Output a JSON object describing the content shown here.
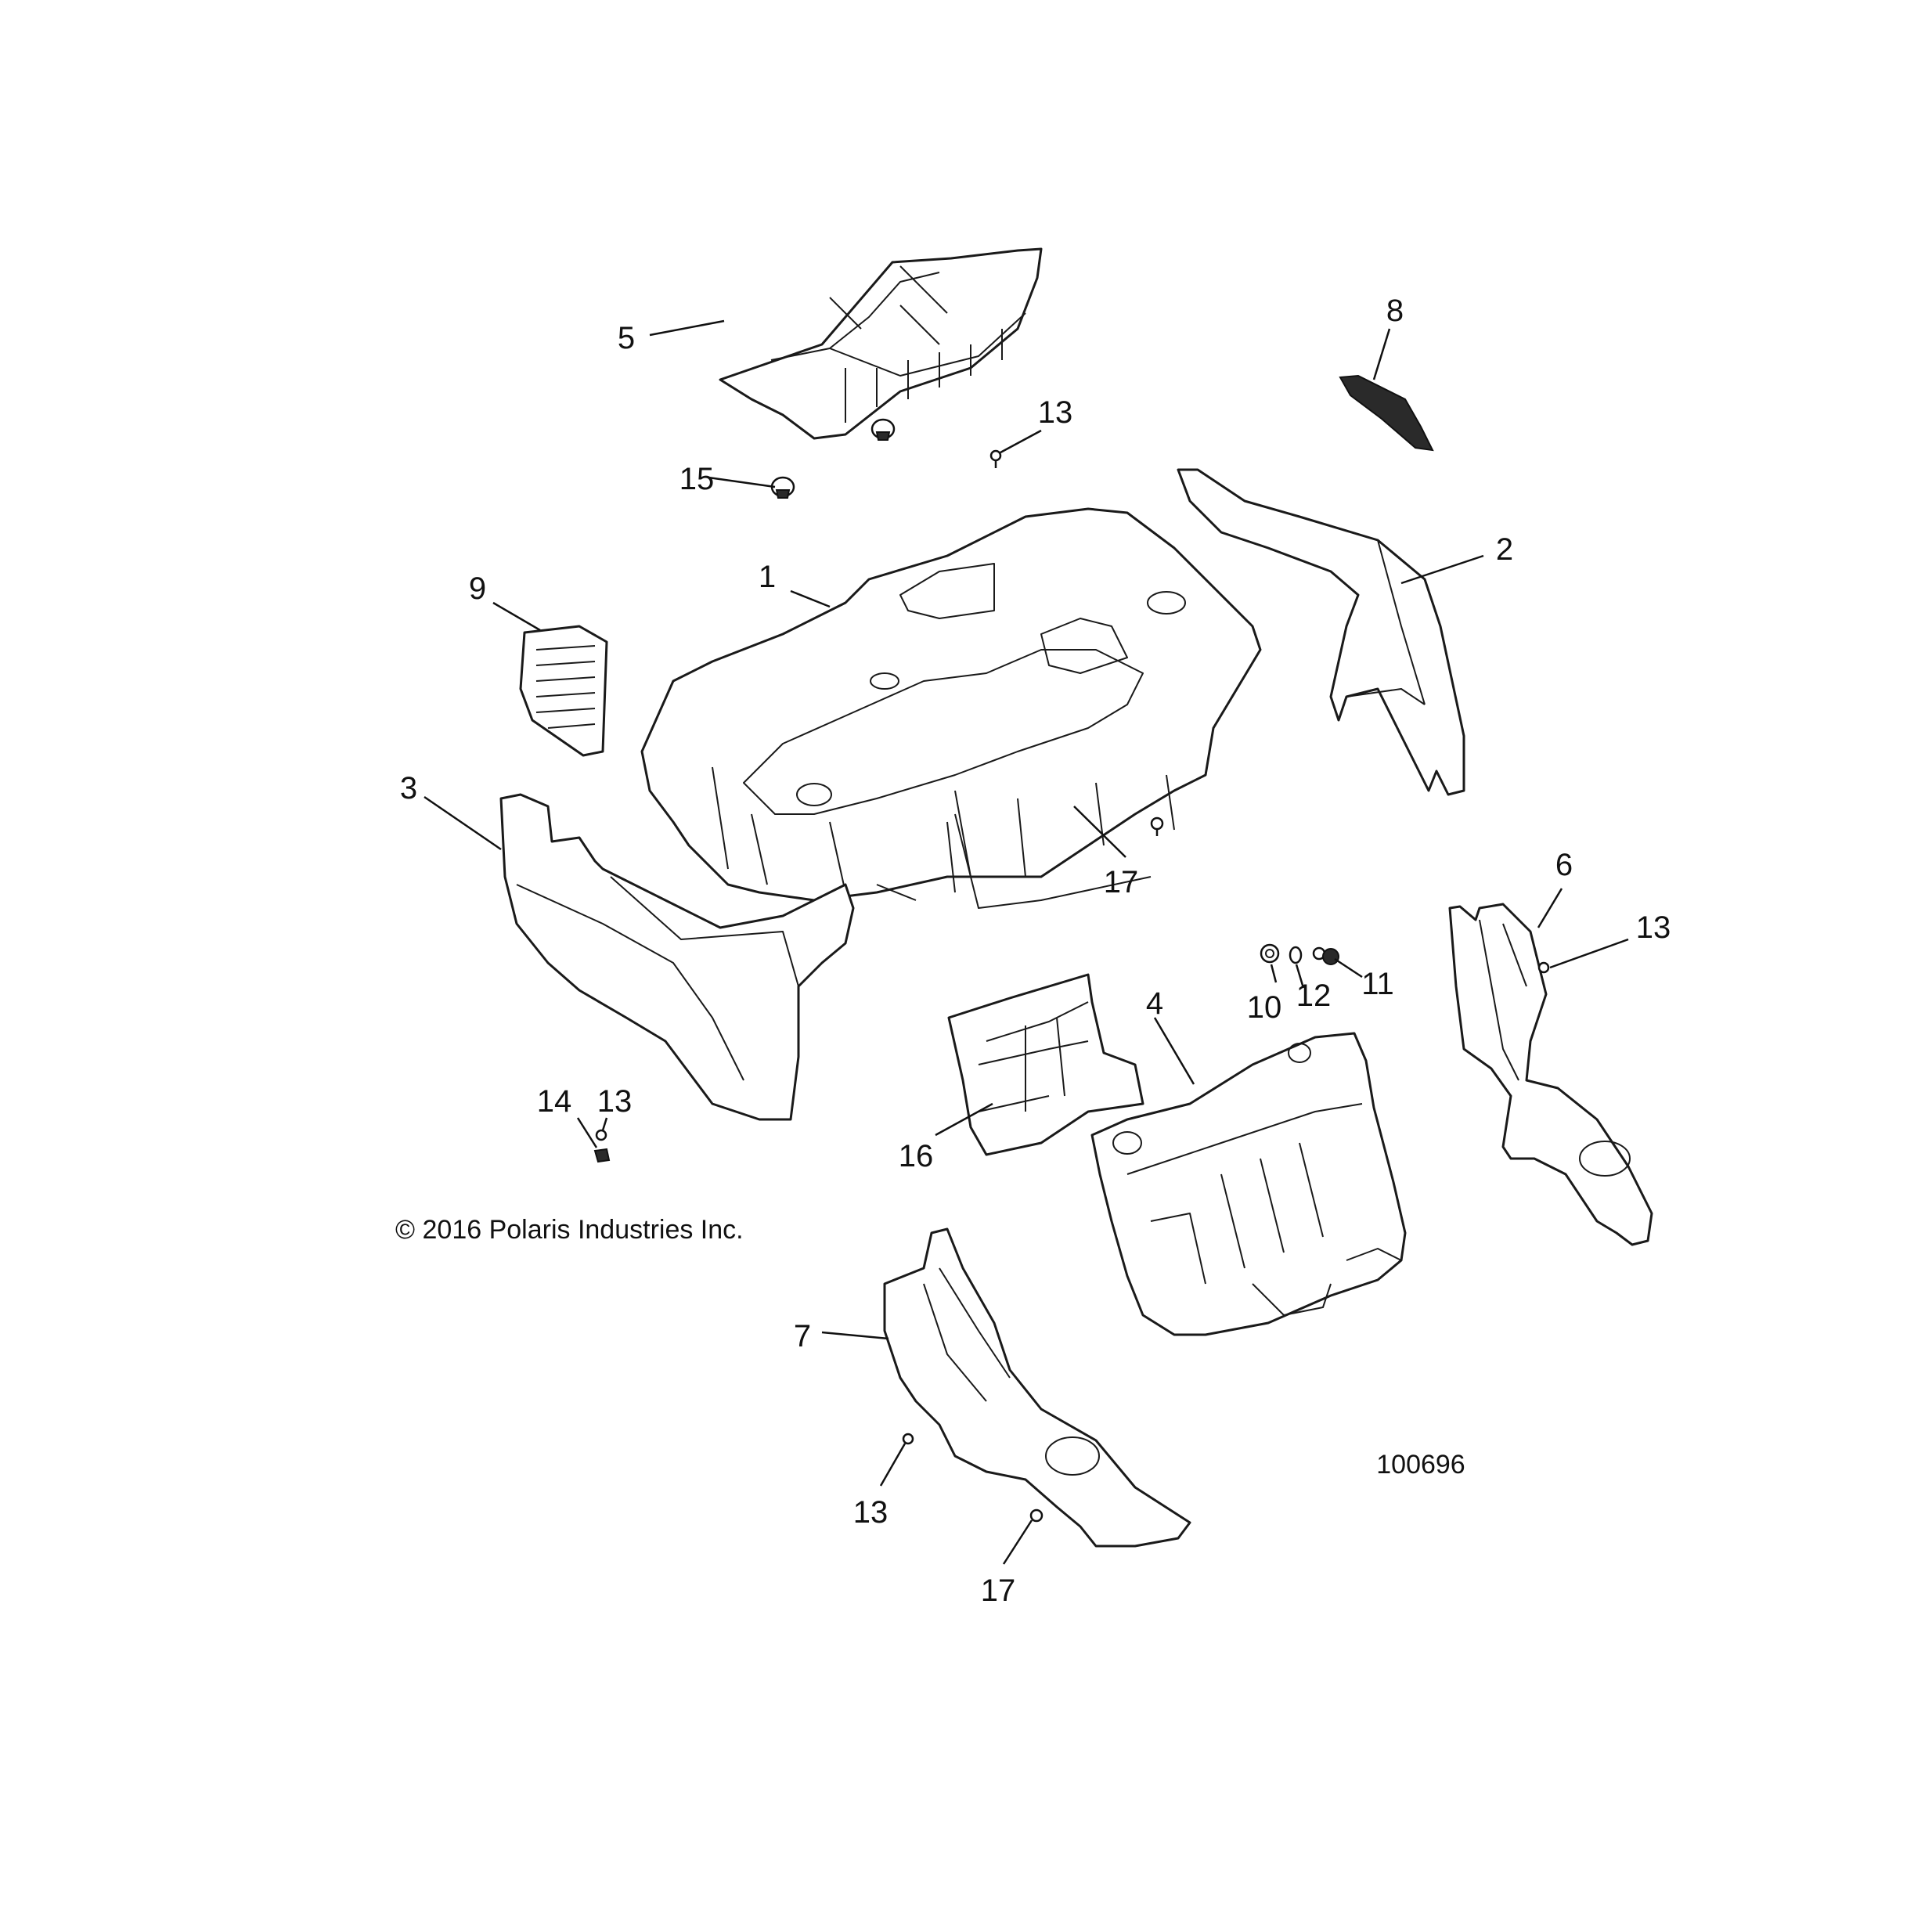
{
  "diagram": {
    "copyright": "© 2016 Polaris Industries Inc.",
    "figure_id": "100696",
    "callouts": {
      "c1": "1",
      "c2": "2",
      "c3": "3",
      "c4": "4",
      "c5": "5",
      "c6": "6",
      "c7": "7",
      "c8": "8",
      "c9": "9",
      "c10": "10",
      "c11": "11",
      "c12": "12",
      "c13a": "13",
      "c13b": "13",
      "c13c": "13",
      "c13d": "13",
      "c14": "14",
      "c15": "15",
      "c16": "16",
      "c17a": "17",
      "c17b": "17"
    }
  }
}
